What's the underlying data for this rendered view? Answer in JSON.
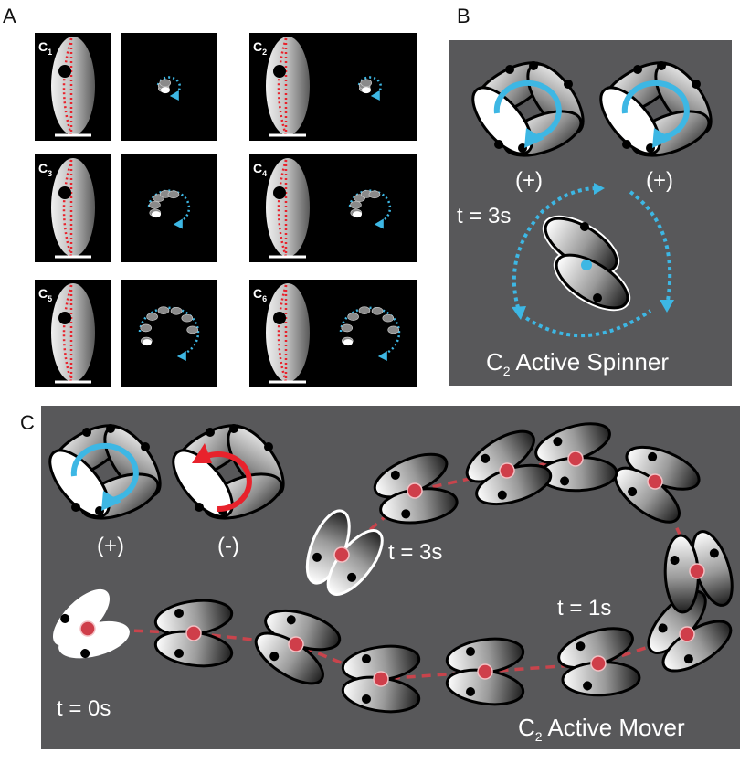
{
  "panels": {
    "a": {
      "label": "A",
      "cells": [
        {
          "sub": "1"
        },
        {
          "sub": "2"
        },
        {
          "sub": "3"
        },
        {
          "sub": "4"
        },
        {
          "sub": "5"
        },
        {
          "sub": "6"
        }
      ],
      "cell_prefix": "C"
    },
    "b": {
      "label": "B",
      "plus1": "(+)",
      "plus2": "(+)",
      "time": "t = 3s",
      "caption_prefix": "C",
      "caption_sub": "2",
      "caption_rest": " Active Spinner"
    },
    "c": {
      "label": "C",
      "plus": "(+)",
      "minus": "(-)",
      "t3": "t = 3s",
      "t1": "t = 1s",
      "t0": "t = 0s",
      "caption_prefix": "C",
      "caption_sub": "2",
      "caption_rest": " Active Mover"
    }
  },
  "colors": {
    "panel_bg": "#58585a",
    "dark_bg": "#000000",
    "dotted_red": "#e8222c",
    "arrow_blue": "#3db7e4",
    "arrow_red": "#e8222c",
    "path_red": "#c8444c",
    "node_red": "#cf3e4a"
  }
}
